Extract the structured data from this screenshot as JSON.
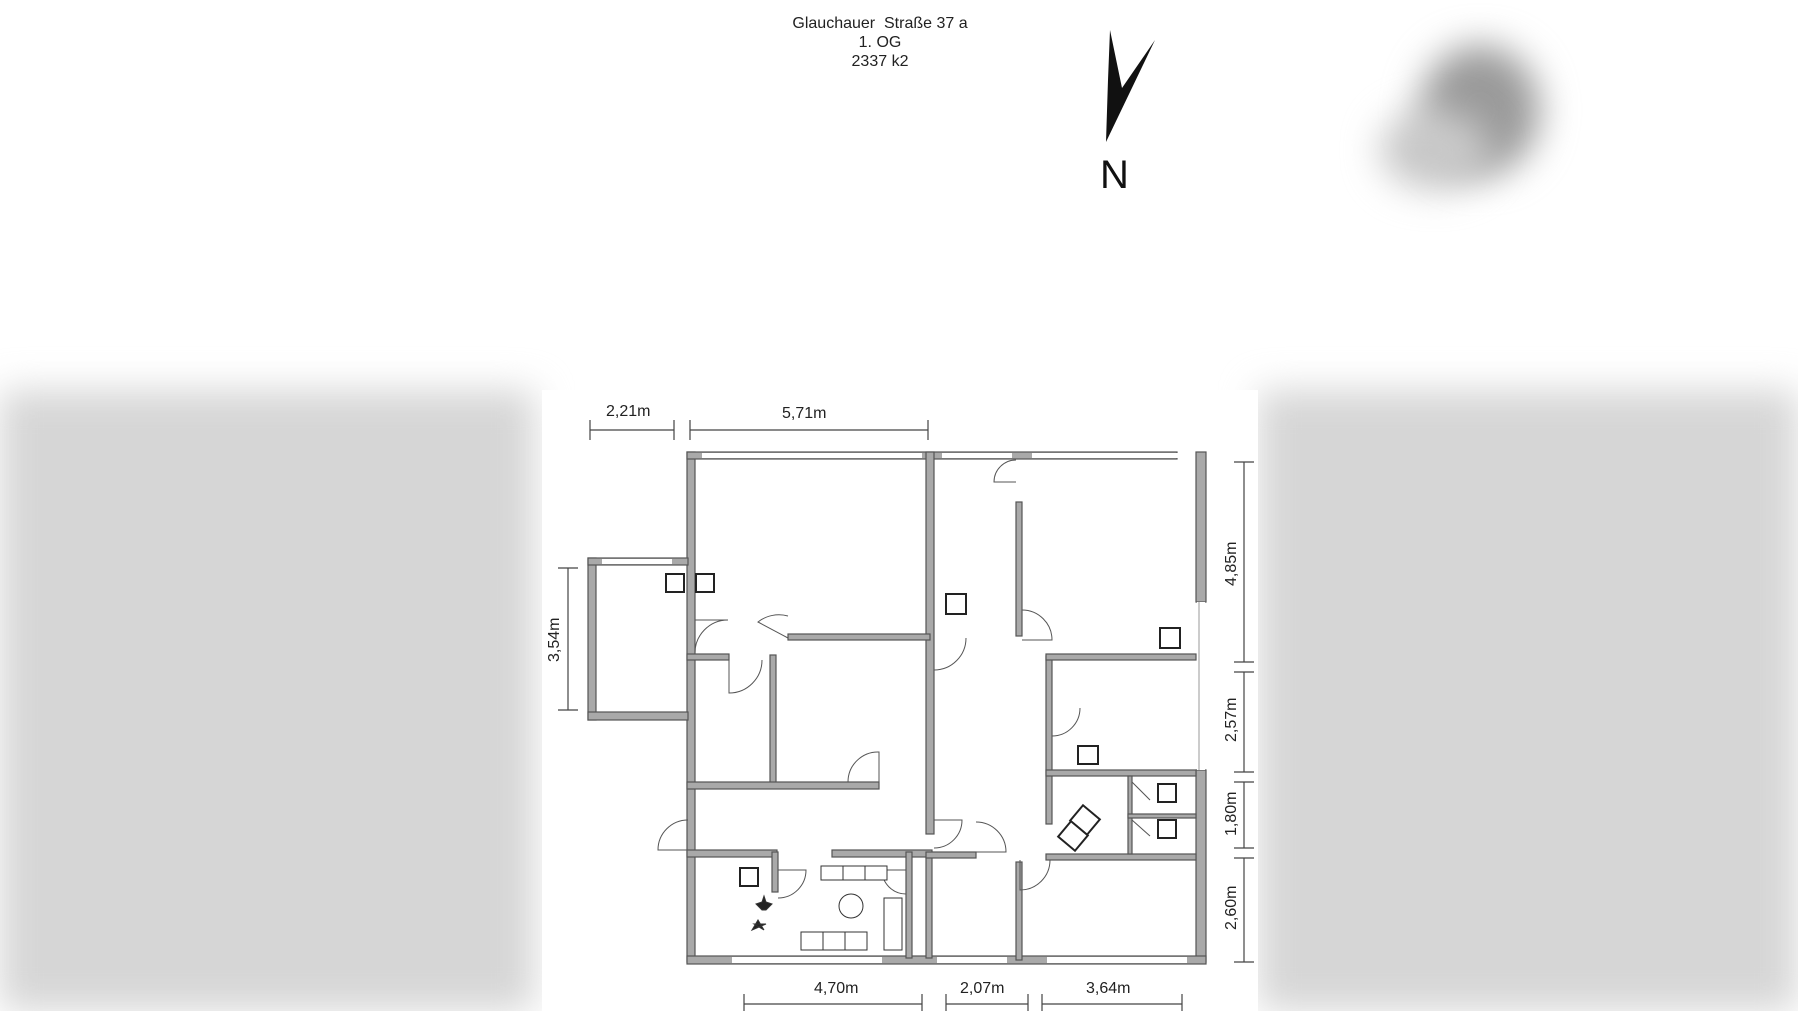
{
  "header": {
    "address": "Glauchauer  Straße 37 a",
    "floor": "1. OG",
    "code": "2337 k2"
  },
  "compass": {
    "label": "N"
  },
  "dimensions": {
    "top_left": "2,21m",
    "top_main": "5,71m",
    "left_wing": "3,54m",
    "right_1": "4,85m",
    "right_2": "2,57m",
    "right_3": "1,80m",
    "right_4": "2,60m",
    "bottom_1": "4,70m",
    "bottom_2": "2,07m",
    "bottom_3": "3,64m"
  },
  "colors": {
    "wall_fill": "#a9a9a9",
    "wall_stroke": "#555555",
    "background": "#ffffff"
  }
}
